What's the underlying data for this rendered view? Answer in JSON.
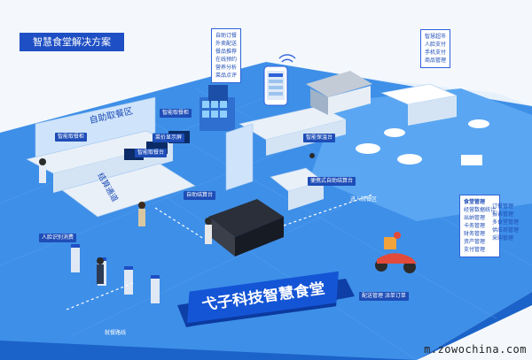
{
  "title": "智慧食堂解决方案",
  "brand_sign": "弋子科技智慧食堂",
  "watermark": "m.zowochina.com",
  "zones": {
    "self_serve_area": "自助取餐区",
    "smart_checkout_zone": "结算通道"
  },
  "labels": {
    "smart_dish_cabinet": "智能取餐柜",
    "smart_display_cabinet": "智能取餐柜",
    "vegetable_weighing": "菜价显示屏",
    "self_pickup_table": "智能取餐台",
    "buffet_checkout": "智能保温台",
    "selfservice_terminal": "便携式自助结算台",
    "face_pay_checkout": "自助结算台",
    "enter_dining": "进入就餐区",
    "face_recognition": "人脸识别消费",
    "dining_route": "就餐路线",
    "delivery_service": "配送管理  派单订单"
  },
  "menu_left": [
    "自助订餐",
    "外卖配送",
    "餐品推荐",
    "在线预约",
    "营养分析",
    "菜品点评"
  ],
  "menu_right": [
    "智慧超市",
    "人脸支付",
    "手机支付",
    "商品管理"
  ],
  "menu_mgmt": {
    "title": "食堂管理",
    "items": [
      "经营数据统计",
      "订餐管理",
      "出纳管理",
      "报表管理",
      "卡务管理",
      "多食堂管理",
      "财务管理",
      "供应商管理",
      "资产管理",
      "采购管理",
      "支付管理"
    ]
  },
  "colors": {
    "floor": "#3e8fe8",
    "floor_dark": "#1b63c8",
    "accent": "#1f4fc4",
    "wall": "#cfe4fb",
    "counter": "#e9f0f8"
  },
  "icons": [
    "wifi-icon",
    "phone-icon",
    "delivery-scooter-icon"
  ]
}
